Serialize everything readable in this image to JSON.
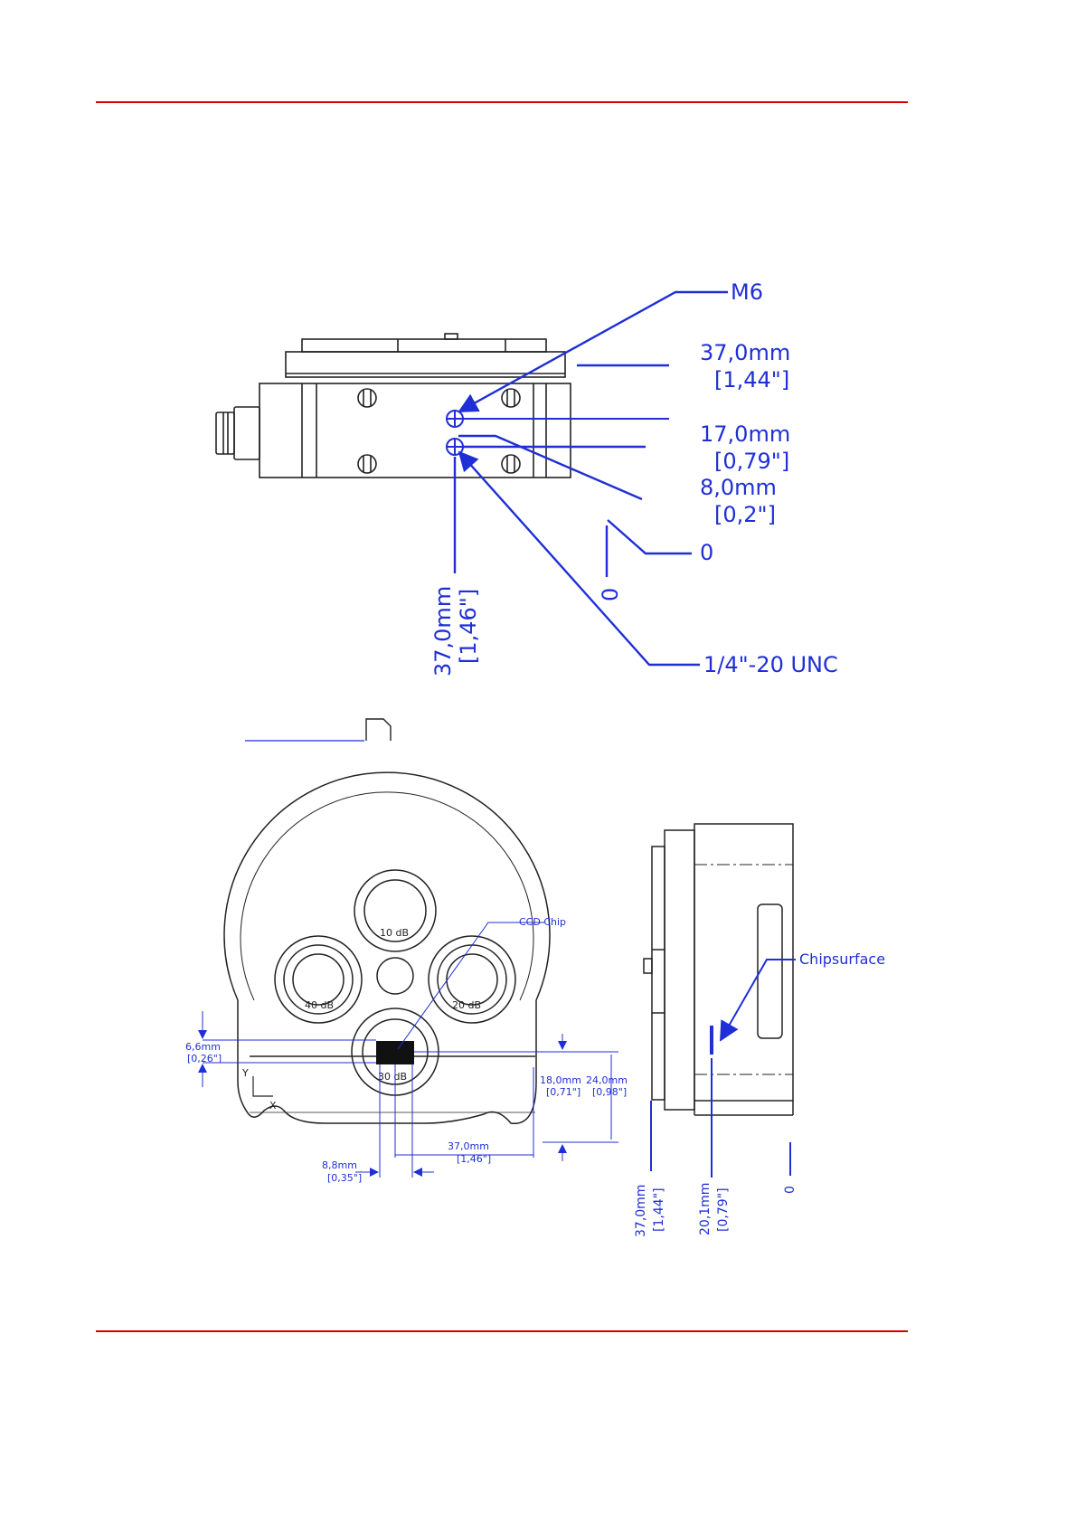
{
  "colors": {
    "rule": "#d40000",
    "dimension": "#1f2fd6",
    "part": "#222222"
  },
  "top_view": {
    "callout_m6": "M6",
    "callout_unc": "1/4\"-20 UNC",
    "dim_37_mm": "37,0mm",
    "dim_37_in": "[1,44\"]",
    "dim_17_mm": "17,0mm",
    "dim_17_in": "[0,79\"]",
    "dim_8_mm": "8,0mm",
    "dim_8_in": "[0,2\"]",
    "dim_zero_h": "0",
    "dim_zero_v": "0",
    "dim_vert_mm": "37,0mm",
    "dim_vert_in": "[1,46\"]"
  },
  "front_view": {
    "ccd_chip": "CCD Chip",
    "filter_10": "10 dB",
    "filter_20": "20 dB",
    "filter_30": "30 dB",
    "filter_40": "40 dB",
    "axis_y": "Y",
    "axis_x": "X",
    "dim_66_mm": "6,6mm",
    "dim_66_in": "[0,26\"]",
    "dim_18_mm": "18,0mm",
    "dim_18_in": "[0,71\"]",
    "dim_24_mm": "24,0mm",
    "dim_24_in": "[0,98\"]",
    "dim_37_mm": "37,0mm",
    "dim_37_in": "[1,46\"]",
    "dim_88_mm": "8,8mm",
    "dim_88_in": "[0,35\"]"
  },
  "side_view": {
    "chipsurface": "Chipsurface",
    "dim_37_mm": "37,0mm",
    "dim_37_in": "[1,44\"]",
    "dim_201_mm": "20,1mm",
    "dim_201_in": "[0,79\"]",
    "dim_zero": "0"
  }
}
